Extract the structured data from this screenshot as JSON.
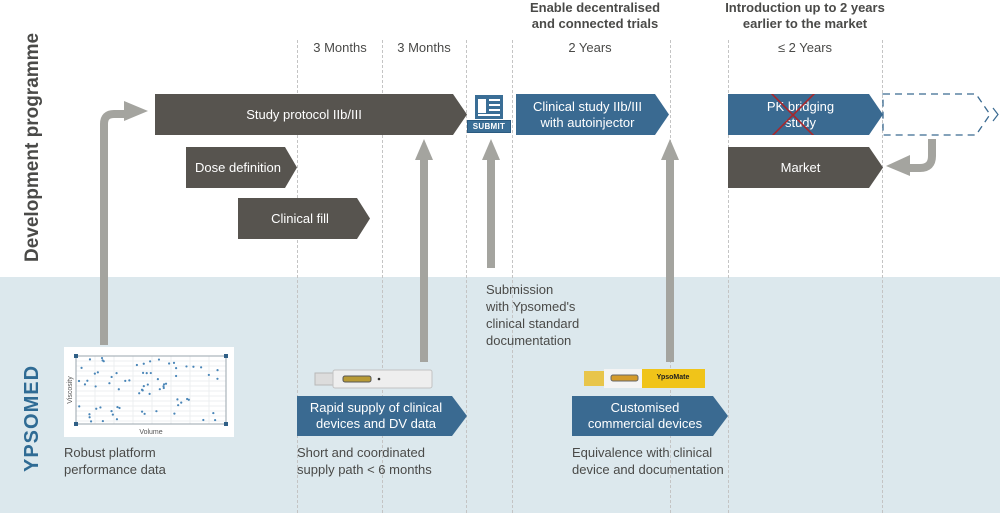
{
  "side_title": "Development programme",
  "logo": "YPSOMED",
  "headers": {
    "decentralised": [
      "Enable decentralised",
      "and connected trials"
    ],
    "market_intro": [
      "Introduction up to 2 years",
      "earlier to the market"
    ]
  },
  "durations": [
    "3 Months",
    "3 Months",
    "2 Years",
    "≤ 2 Years"
  ],
  "phases": {
    "study_protocol": "Study protocol IIb/III",
    "dose_definition": "Dose definition",
    "clinical_fill": "Clinical fill",
    "clinical_study": [
      "Clinical study IIb/III",
      "with autoinjector"
    ],
    "pk_bridging": [
      "PK bridging",
      "study"
    ],
    "market": "Market"
  },
  "submit_label": "SUBMIT",
  "ypsomed_row": {
    "submission_note": [
      "Submission",
      "with Ypsomed's",
      "clinical standard",
      "documentation"
    ],
    "rapid_supply": [
      "Rapid supply of clinical",
      "devices and DV data"
    ],
    "rapid_supply_note": [
      "Short and coordinated",
      "supply path < 6 months"
    ],
    "customised": [
      "Customised",
      "commercial devices"
    ],
    "customised_note": [
      "Equivalence with clinical",
      "device and documentation"
    ],
    "platform_note": [
      "Robust platform",
      "performance data"
    ]
  },
  "scatter_plot": {
    "xlabel": "Volume",
    "ylabel": "Viscosity"
  },
  "device_brand": "YpsoMate",
  "colors": {
    "dark_phase": "#57544f",
    "blue_phase": "#3a6a91",
    "arrow_gray": "#a4a49f",
    "band": "#dce8ed",
    "cross_red": "#a8262b"
  }
}
